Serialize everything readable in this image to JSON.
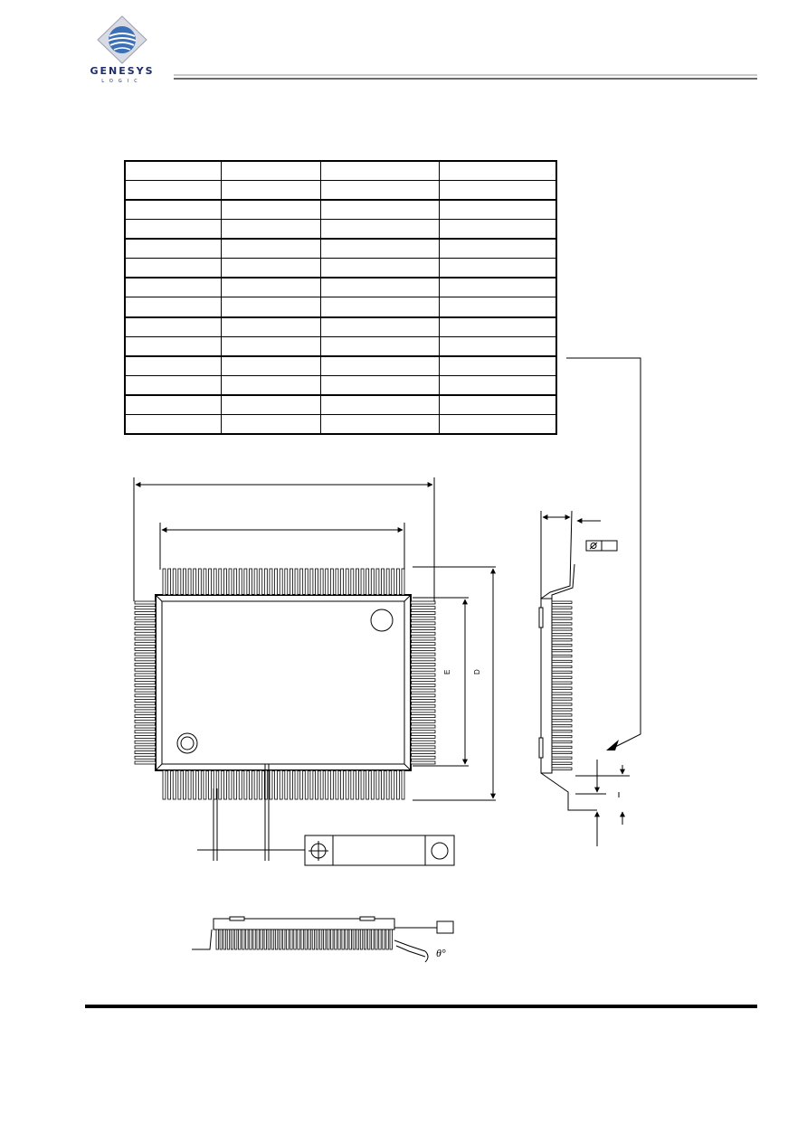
{
  "header": {
    "logo_word": "GENESYS",
    "logo_sub": "LOGIC"
  },
  "table": {
    "columns": 4,
    "rows": [
      [
        "",
        "",
        "",
        ""
      ],
      [
        "",
        "",
        "",
        ""
      ],
      [
        "",
        "",
        "",
        ""
      ],
      [
        "",
        "",
        "",
        ""
      ],
      [
        "",
        "",
        "",
        ""
      ],
      [
        "",
        "",
        "",
        ""
      ],
      [
        "",
        "",
        "",
        ""
      ],
      [
        "",
        "",
        "",
        ""
      ],
      [
        "",
        "",
        "",
        ""
      ],
      [
        "",
        "",
        "",
        ""
      ],
      [
        "",
        "",
        "",
        ""
      ],
      [
        "",
        "",
        "",
        ""
      ],
      [
        "",
        "",
        "",
        ""
      ],
      [
        "",
        "",
        "",
        ""
      ]
    ]
  },
  "drawing": {
    "label_d": "D",
    "label_e": "E",
    "label_theta": "θ°",
    "label_c": "c"
  },
  "colors": {
    "ink": "#000000",
    "logo_navy": "#1d2d6b",
    "logo_blue": "#3b6fb6",
    "rule_light": "#c9c9c9",
    "rule_dark": "#6a6a6a"
  }
}
